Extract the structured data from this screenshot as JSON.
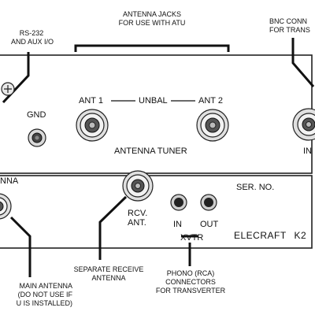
{
  "callouts": {
    "antenna_jacks": [
      "ANTENNA JACKS",
      "FOR USE WITH ATU"
    ],
    "rs232": [
      "RS-232",
      "AND AUX I/O"
    ],
    "bnc": [
      "BNC CONN",
      "FOR TRANS"
    ],
    "separate_receive": [
      "SEPARATE RECEIVE",
      "ANTENNA"
    ],
    "phono": [
      "PHONO (RCA)",
      "CONNECTORS",
      "FOR TRANSVERTER"
    ],
    "main_antenna": [
      "MAIN ANTENNA",
      "(DO NOT USE IF",
      "U IS INSTALLED)"
    ]
  },
  "panel": {
    "gnd": "GND",
    "ant1": "ANT 1",
    "unbal": "UNBAL",
    "ant2": "ANT 2",
    "antenna_tuner": "ANTENNA TUNER",
    "bnc_in": "IN",
    "main_partial": "NNA",
    "rcv_ant": [
      "RCV.",
      "ANT."
    ],
    "in": "IN",
    "out": "OUT",
    "xvtr": "XVTR",
    "ser_no": "SER. NO.",
    "brand": "ELECRAFT",
    "model": "K2"
  }
}
